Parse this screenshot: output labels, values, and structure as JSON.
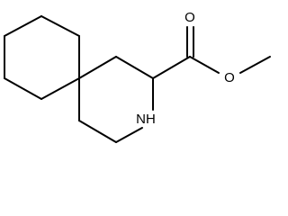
{
  "molecule": {
    "atoms": {
      "carbonyl_oxygen": "O",
      "ester_oxygen": "O",
      "ring_nitrogen": "NH"
    }
  },
  "colors": {
    "bond": "#000000",
    "label": "#000000",
    "background": "#ffffff"
  }
}
